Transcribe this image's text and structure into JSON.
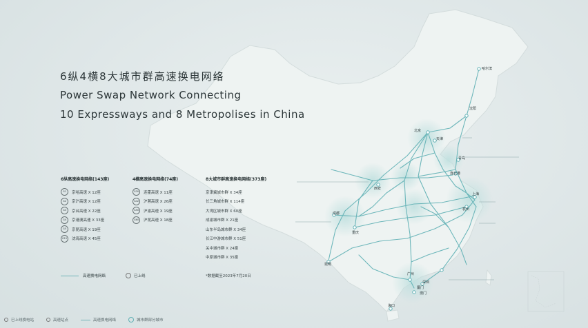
{
  "title": {
    "cn": "6纵4横8大城市群高速换电网络",
    "en_line1": "Power Swap Network Connecting",
    "en_line2": "10 Expressways and 8 Metropolises in China"
  },
  "vertical": {
    "heading": "6纵高速换电网络(143座)",
    "items": [
      {
        "code": "G1",
        "label": "京哈高速 X 12座"
      },
      {
        "code": "G2",
        "label": "京沪高速 X 12座"
      },
      {
        "code": "G3",
        "label": "京台高速 X 22座"
      },
      {
        "code": "G4",
        "label": "京港澳高速 X 33座"
      },
      {
        "code": "G5",
        "label": "京昆高速 X 19座"
      },
      {
        "code": "G15",
        "label": "沈海高速 X 45座"
      }
    ]
  },
  "horizontal": {
    "heading": "4横高速换电网络(74座)",
    "items": [
      {
        "code": "G30",
        "label": "连霍高速 X 11座"
      },
      {
        "code": "G42",
        "label": "沪蓉高速 X 26座"
      },
      {
        "code": "G50",
        "label": "沪渝高速 X 19座"
      },
      {
        "code": "G60",
        "label": "沪昆高速 X 18座"
      }
    ]
  },
  "metro": {
    "heading": "8大城市群高速换电网络(373座)",
    "items": [
      "京津冀城市群 X 34座",
      "长三角城市群 X 114座",
      "大湾区城市群 X 60座",
      "成渝城市群 X 21座",
      "山东半岛城市群 X 34座",
      "长江中游城市群 X 51座",
      "关中城市群 X 24座",
      "中原城市群 X 35座"
    ]
  },
  "legend": {
    "line": "高速换电网络",
    "ring": "已上线"
  },
  "note": "*数据截至2023年7月20日",
  "bottom_legend": [
    "已上线换电站",
    "高速站点",
    "高速换电网络",
    "城市群部分城市"
  ],
  "cities": [
    "哈尔滨",
    "沈阳",
    "北京",
    "天津",
    "青岛",
    "连云港",
    "西安",
    "上海",
    "成都",
    "杭州",
    "重庆",
    "昆明",
    "广州",
    "深圳",
    "厦门",
    "海口",
    "澳门"
  ],
  "colors": {
    "network": "#5fb0b4",
    "land": "#eef3f2",
    "sea": "#dfe7e8",
    "text": "#2b3537"
  }
}
